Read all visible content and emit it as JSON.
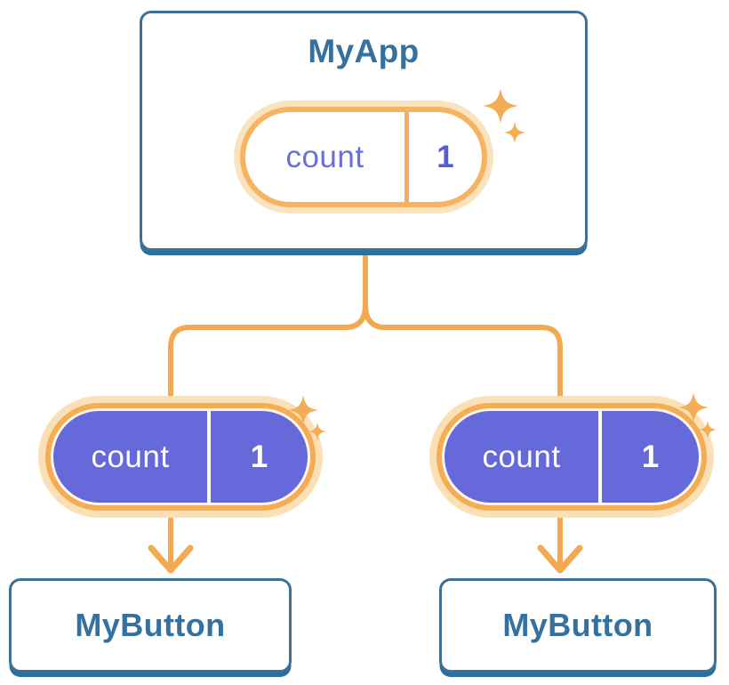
{
  "diagram": {
    "description": "React component tree with duplicated state",
    "root": {
      "title": "MyApp",
      "state": {
        "name": "count",
        "value": "1"
      }
    },
    "children": [
      {
        "title": "MyButton",
        "state": {
          "name": "count",
          "value": "1"
        }
      },
      {
        "title": "MyButton",
        "state": {
          "name": "count",
          "value": "1"
        }
      }
    ],
    "colors": {
      "card_border": "#3C7195",
      "card_shadow": "#2B6F9E",
      "node_text": "#35719F",
      "connector": "#F2A94F",
      "pill_ring_orange": "#F4AC55",
      "pill_glow": "#FBE0B6",
      "state_fill_purple": "#6569DA",
      "state_name_text": "#6B6FD8",
      "state_value_text": "#575CD8",
      "sparkle": "#F4AC55"
    }
  }
}
